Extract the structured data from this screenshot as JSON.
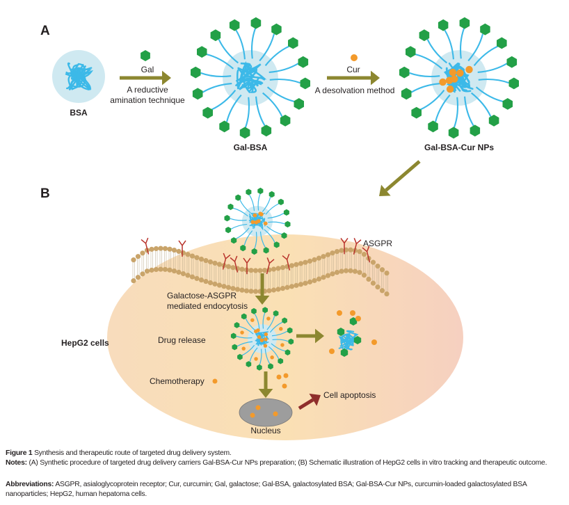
{
  "panel_a": {
    "label": "A",
    "bsa_label": "BSA",
    "step1_reagent": "Gal",
    "step1_method_line1": "A reductive",
    "step1_method_line2": "amination technique",
    "galbsa_label": "Gal-BSA",
    "step2_reagent": "Cur",
    "step2_method": "A desolvation method",
    "nps_label": "Gal-BSA-Cur NPs"
  },
  "panel_b": {
    "label": "B",
    "receptor_label": "ASGPR",
    "endocytosis_line1": "Galactose-ASGPR",
    "endocytosis_line2": "mediated endocytosis",
    "cell_label": "HepG2 cells",
    "drug_release": "Drug release",
    "chemotherapy": "Chemotherapy",
    "apoptosis": "Cell apoptosis",
    "nucleus": "Nucleus"
  },
  "colors": {
    "galactose": "#23a047",
    "curcumin": "#f39a2b",
    "protein_chain": "#3cb9e8",
    "core": "#cfe9f1",
    "process_arrow": "#8c8730",
    "apoptosis_arrow": "#8f2e2b",
    "receptor": "#b8322b",
    "lipid_head": "#c9a46a",
    "nucleus": "#9d9d9d"
  },
  "caption": {
    "figure_label": "Figure 1",
    "figure_title": "Synthesis and therapeutic route of targeted drug delivery system.",
    "notes_label": "Notes:",
    "notes_text": "(A) Synthetic procedure of targeted drug delivery carriers Gal-BSA-Cur NPs preparation; (B) Schematic illustration of HepG2 cells in vitro tracking and therapeutic outcome.",
    "abbr_label": "Abbreviations:",
    "abbr_text": "ASGPR, asialoglycoprotein receptor; Cur, curcumin; Gal, galactose; Gal-BSA, galactosylated BSA; Gal-BSA-Cur NPs, curcumin-loaded galactosylated BSA nanoparticles; HepG2, human hepatoma cells."
  }
}
